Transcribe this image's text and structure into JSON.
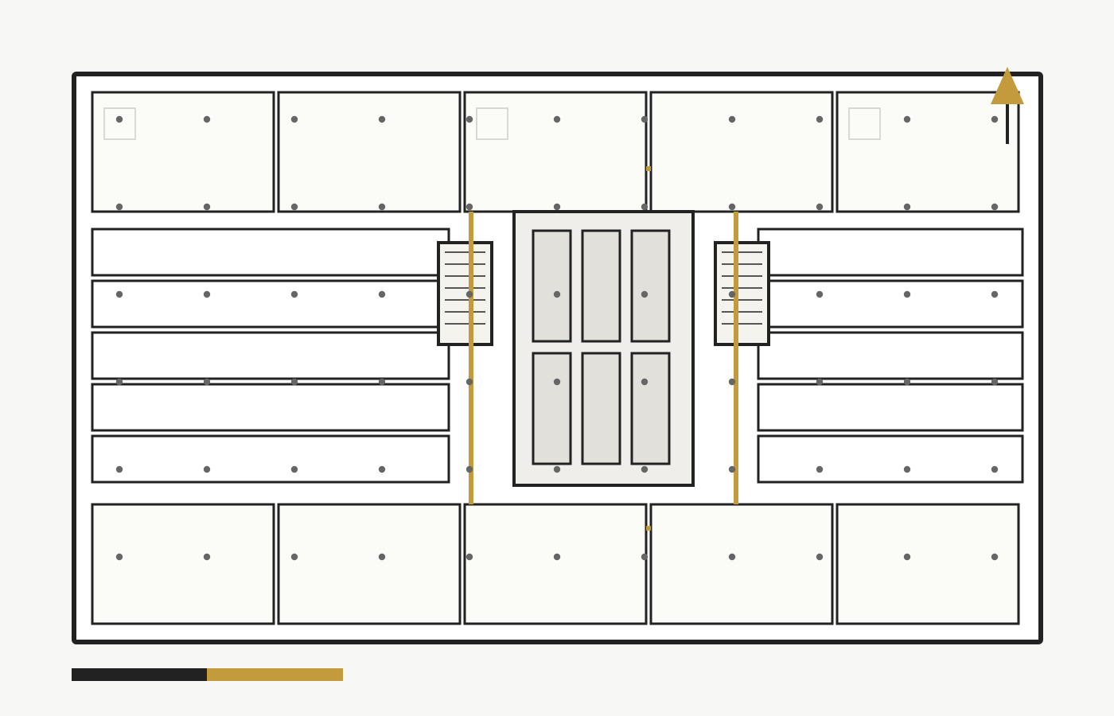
{
  "figure": {
    "type": "architectural floor plan",
    "text": []
  },
  "colors": {
    "page_background": "#f7f7f5",
    "building_fill": "#ffffff",
    "wall": "#222222",
    "unit_fill": "#fbfbf8",
    "core_fill": "#efeeea",
    "core_room_fill": "#e1e0db",
    "stair_fill": "#f4f3ee",
    "accent": "#c39a3c",
    "column_dot": "#666666",
    "faint_outline": "#d8d8d4"
  },
  "elements": {
    "north_arrow": {
      "icon": "north-arrow-icon"
    },
    "scale_bar": {
      "segments": 2,
      "segment_colors": [
        "#222222",
        "#c39a3c"
      ]
    },
    "unit_counts": {
      "top_row": 5,
      "bottom_row": 5,
      "left_bays": 5,
      "right_bays": 5,
      "core_rooms": 6,
      "stairs": 2
    }
  }
}
